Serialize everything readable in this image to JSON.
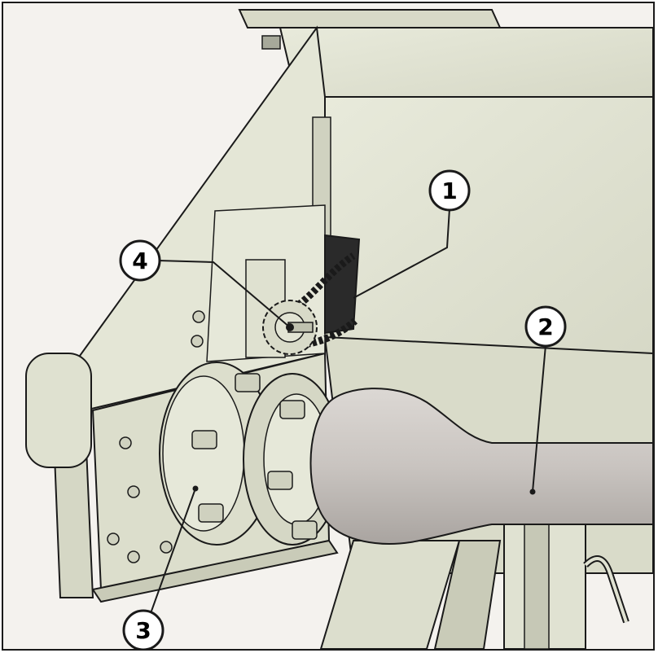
{
  "figure": {
    "callouts": [
      {
        "label": "1",
        "target": "drive-chain"
      },
      {
        "label": "2",
        "target": "drive-shaft"
      },
      {
        "label": "3",
        "target": "coupling-flange"
      },
      {
        "label": "4",
        "target": "sprocket-nut"
      }
    ]
  },
  "colors": {
    "background": "#f4f2ee",
    "machine_body": "#e2e4d4",
    "machine_shadow": "#c9cbb8",
    "shaft": "#c9c4c0",
    "outline": "#1a1a1a"
  }
}
